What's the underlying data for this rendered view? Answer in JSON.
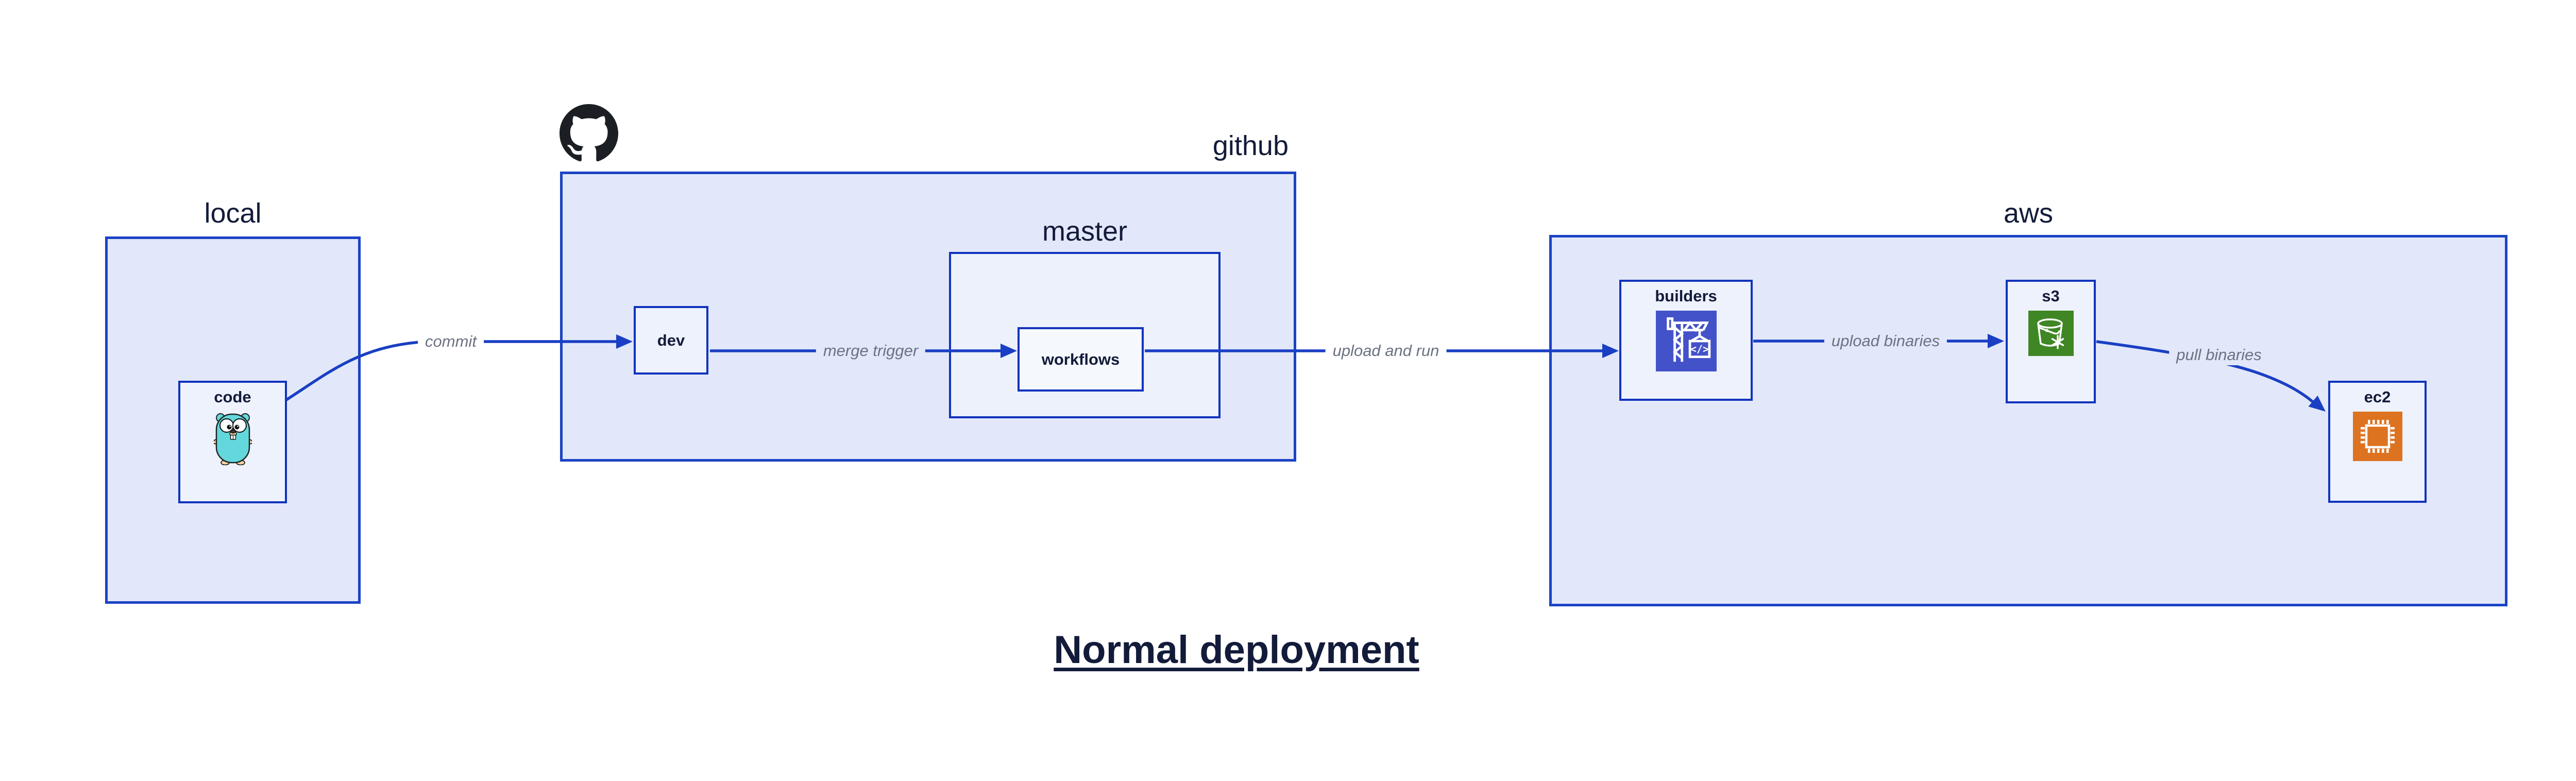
{
  "title": "Normal deployment",
  "containers": {
    "local": {
      "label": "local"
    },
    "github": {
      "label": "github"
    },
    "master": {
      "label": "master"
    },
    "aws": {
      "label": "aws"
    }
  },
  "nodes": {
    "code": {
      "label": "code",
      "icon": "go-gopher-icon"
    },
    "dev": {
      "label": "dev"
    },
    "workflows": {
      "label": "workflows"
    },
    "builders": {
      "label": "builders",
      "icon": "codebuild-crane-icon"
    },
    "s3": {
      "label": "s3",
      "icon": "s3-glacier-bucket-icon"
    },
    "ec2": {
      "label": "ec2",
      "icon": "ec2-chip-icon"
    }
  },
  "edges": {
    "commit": {
      "label": "commit"
    },
    "merge_trigger": {
      "label": "merge trigger"
    },
    "upload_and_run": {
      "label": "upload and run"
    },
    "upload_binaries": {
      "label": "upload binaries"
    },
    "pull_binaries": {
      "label": "pull binaries"
    }
  },
  "icons": {
    "brand": "github-octocat-icon"
  },
  "colors": {
    "line": "#1a3fc4",
    "border_outer": "#1c43c5",
    "border_node": "#1133bd",
    "fill_outer": "#e2e8f9",
    "fill_mid": "#ecf1fb",
    "fill_node": "#eef2fc",
    "fill_inner_node": "#f5f8fd",
    "label_dark": "#131b3a",
    "edge_label": "#6c7282",
    "codebuild": "#4452c9",
    "glacier": "#3f8624",
    "ec2_orange": "#dd7321",
    "octocat": "#1b1f23",
    "gopher_body": "#63d8dc",
    "gopher_skin": "#f6d2a2"
  }
}
